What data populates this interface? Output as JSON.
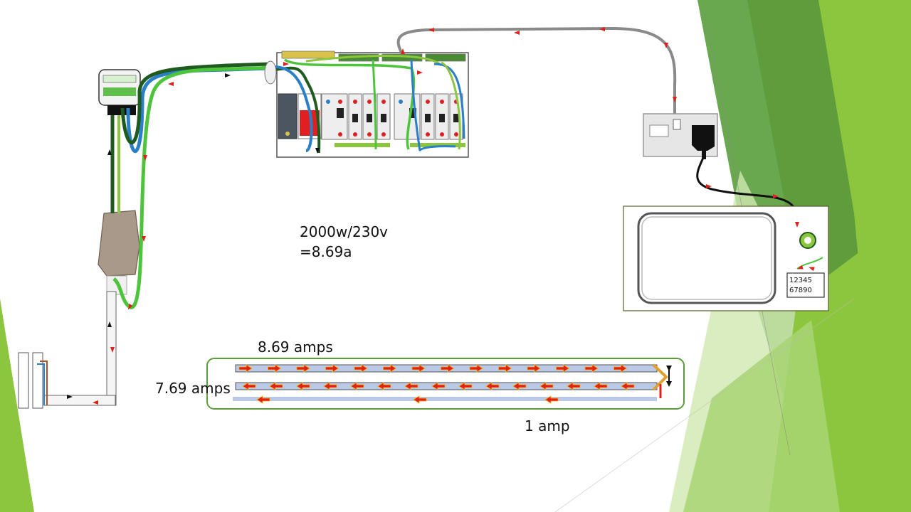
{
  "calculation": {
    "line1": "2000w/230v",
    "line2": "=8.69a"
  },
  "currents": {
    "outgoing": "8.69 amps",
    "returning": "7.69 amps",
    "leakage": "1 amp"
  },
  "appliance": {
    "meter_line1": "12345",
    "meter_line2": "67890"
  },
  "colors": {
    "live_wire": "#1f5a1f",
    "neutral_wire": "#2a7fc9",
    "earth_wire": "#4dc43c",
    "flex_cable": "#8a8a8a",
    "arrow_fill": "#e0201a",
    "arrow_outline": "#f5b000",
    "background_green_dark": "#5d9a3c",
    "background_green_light": "#8cc63f"
  }
}
